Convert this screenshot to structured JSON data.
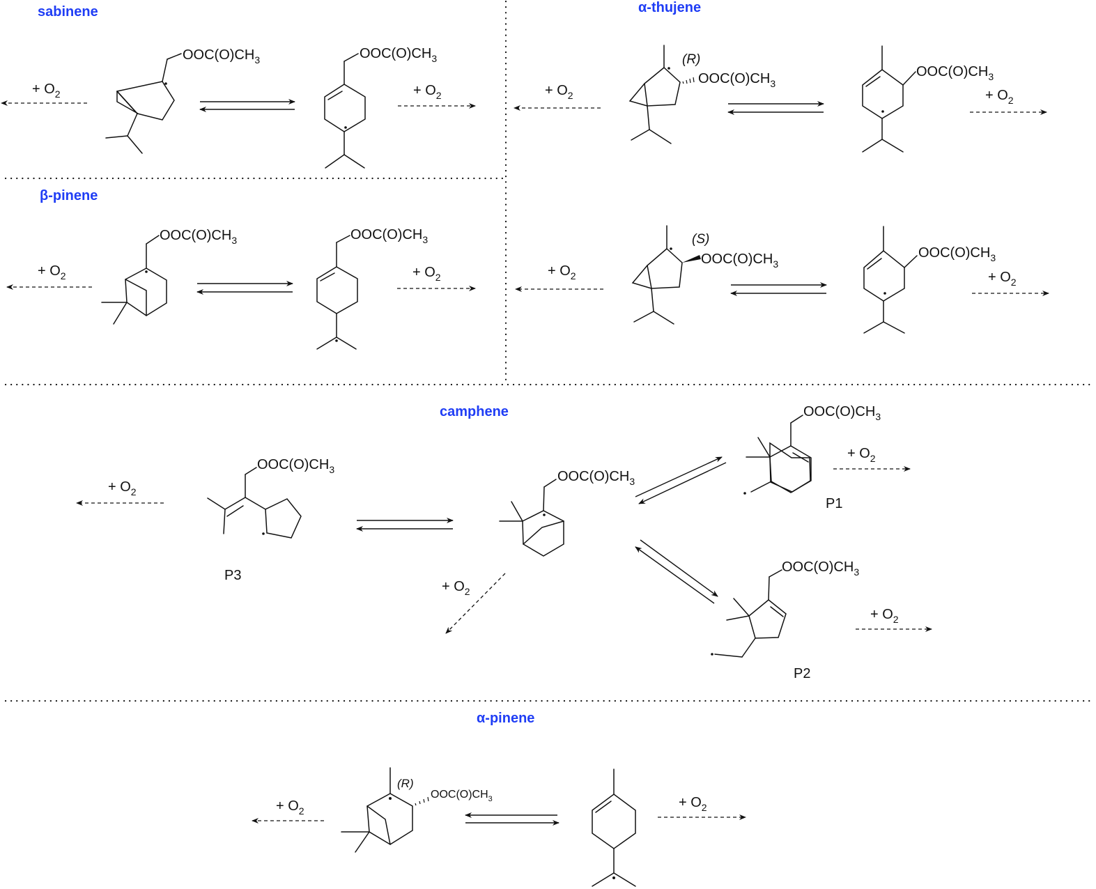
{
  "sections": {
    "sabinene": {
      "title": "sabinene",
      "left_group": "OOC(O)CH",
      "left_group_sub": "3",
      "right_group": "OOC(O)CH",
      "right_group_sub": "3"
    },
    "alpha_thujene": {
      "title": "α-thujene",
      "R": {
        "stereo": "(R)",
        "left_group": "OOC(O)CH",
        "left_group_sub": "3",
        "right_group": "OOC(O)CH",
        "right_group_sub": "3"
      },
      "S": {
        "stereo": "(S)",
        "left_group": "OOC(O)CH",
        "left_group_sub": "3",
        "right_group": "OOC(O)CH",
        "right_group_sub": "3"
      }
    },
    "beta_pinene": {
      "title": "β-pinene",
      "left_group": "OOC(O)CH",
      "left_group_sub": "3",
      "right_group": "OOC(O)CH",
      "right_group_sub": "3"
    },
    "camphene": {
      "title": "camphene",
      "center_group": "OOC(O)CH",
      "center_group_sub": "3",
      "p1_group": "OOC(O)CH",
      "p1_group_sub": "3",
      "p2_group": "OOC(O)CH",
      "p2_group_sub": "3",
      "p3_group": "OOC(O)CH",
      "p3_group_sub": "3",
      "p1_label": "P1",
      "p2_label": "P2",
      "p3_label": "P3"
    },
    "alpha_pinene": {
      "title": "α-pinene",
      "stereo": "(R)",
      "left_group": "OOC(O)CH",
      "left_group_sub": "3"
    }
  },
  "reagent": {
    "prefix": "+ O",
    "sub": "2"
  }
}
